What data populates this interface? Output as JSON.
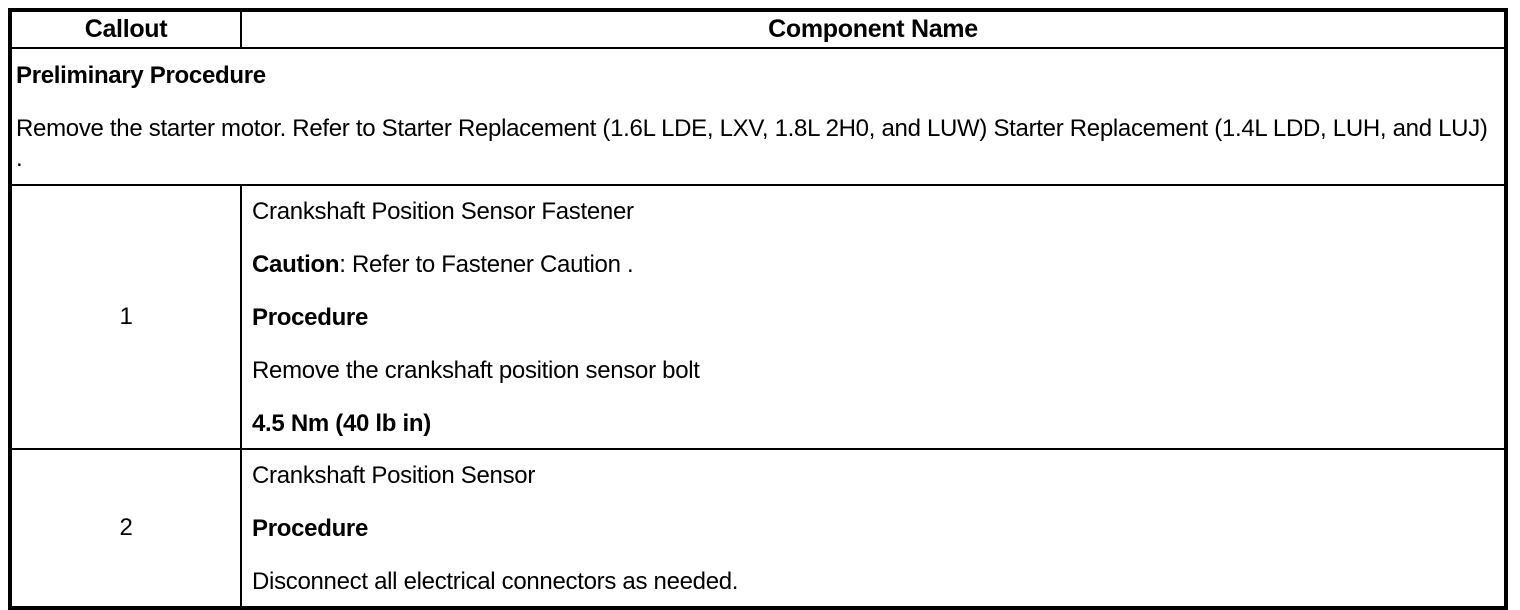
{
  "table": {
    "header": {
      "callout": "Callout",
      "component_name": "Component Name"
    },
    "preliminary": {
      "title": "Preliminary Procedure",
      "body": "Remove the starter motor. Refer to Starter Replacement (1.6L LDE, LXV, 1.8L 2H0, and LUW) Starter Replacement (1.4L LDD, LUH, and LUJ) ."
    },
    "rows": [
      {
        "callout": "1",
        "component_name": "Crankshaft Position Sensor Fastener",
        "caution_label": "Caution",
        "caution_text": ": Refer to Fastener Caution .",
        "procedure_label": "Procedure",
        "procedure_step": "Remove the crankshaft position sensor bolt",
        "torque_spec": "4.5 Nm (40 lb in)"
      },
      {
        "callout": "2",
        "component_name": "Crankshaft Position Sensor",
        "procedure_label": "Procedure",
        "procedure_step": "Disconnect all electrical connectors as needed."
      }
    ],
    "colors": {
      "border": "#000000",
      "text": "#000000",
      "background": "#ffffff"
    }
  }
}
